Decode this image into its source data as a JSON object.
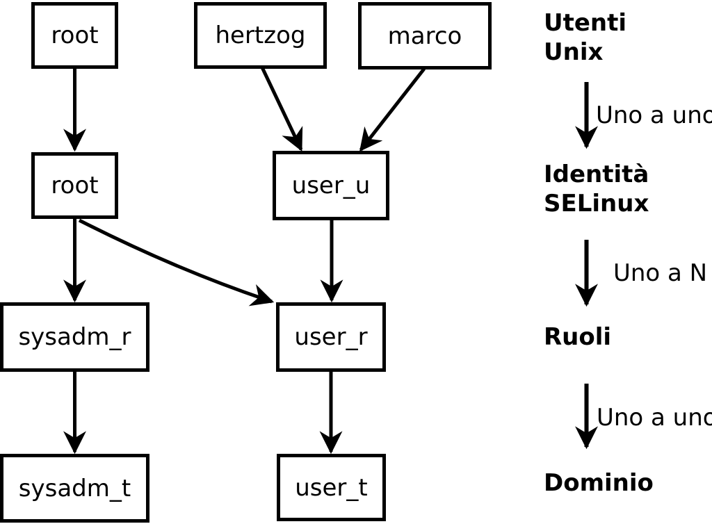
{
  "nodes": [
    {
      "id": "root-unix",
      "label": "root"
    },
    {
      "id": "hertzog",
      "label": "hertzog"
    },
    {
      "id": "marco",
      "label": "marco"
    },
    {
      "id": "root-selinux",
      "label": "root"
    },
    {
      "id": "user_u",
      "label": "user_u"
    },
    {
      "id": "sysadm_r",
      "label": "sysadm_r"
    },
    {
      "id": "user_r",
      "label": "user_r"
    },
    {
      "id": "sysadm_t",
      "label": "sysadm_t"
    },
    {
      "id": "user_t",
      "label": "user_t"
    }
  ],
  "edges": [
    {
      "from": "root-unix",
      "to": "root-selinux"
    },
    {
      "from": "hertzog",
      "to": "user_u"
    },
    {
      "from": "marco",
      "to": "user_u"
    },
    {
      "from": "root-selinux",
      "to": "sysadm_r"
    },
    {
      "from": "root-selinux",
      "to": "user_r"
    },
    {
      "from": "user_u",
      "to": "user_r"
    },
    {
      "from": "sysadm_r",
      "to": "sysadm_t"
    },
    {
      "from": "user_r",
      "to": "user_t"
    }
  ],
  "legend": {
    "levels": [
      {
        "id": "utenti-unix",
        "lines": [
          "Utenti",
          "Unix"
        ]
      },
      {
        "id": "identita-selinux",
        "lines": [
          "Identità",
          "SELinux"
        ]
      },
      {
        "id": "ruoli",
        "lines": [
          "Ruoli"
        ]
      },
      {
        "id": "dominio",
        "lines": [
          "Dominio"
        ]
      }
    ],
    "relations": [
      {
        "label": "Uno a uno"
      },
      {
        "label": "Uno a N"
      },
      {
        "label": "Uno a uno"
      }
    ]
  },
  "colors": {
    "stroke": "#000000",
    "background": "#ffffff",
    "node_fill": "#ffffff"
  }
}
